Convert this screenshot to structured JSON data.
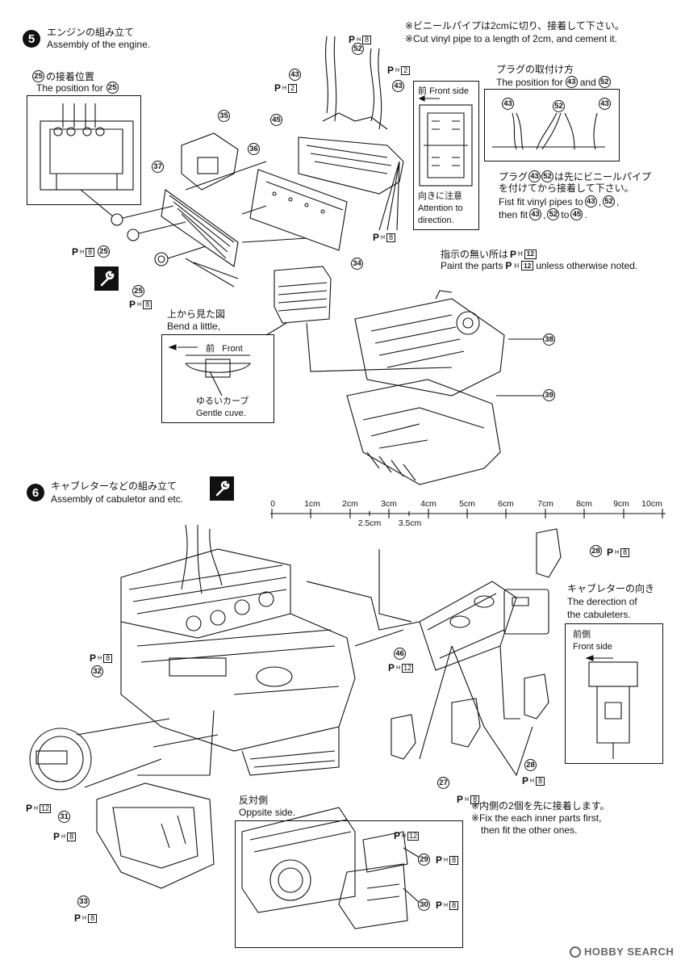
{
  "step5": {
    "number": "5",
    "title_jp": "エンジンの組み立て",
    "title_en": "Assembly of the engine.",
    "note_jp": "※ビニールパイプは2cmに切り、接着して下さい。",
    "note_en": "※Cut vinyl pipe to a length of 2cm, and cement it.",
    "pos25_jp": "の接着位置",
    "pos25_en": "The position for",
    "plug_jp": "プラグの取付け方",
    "plug_en_pre": "The position for",
    "plug_en_and": "and",
    "front_jp": "前",
    "front_en": "Front side",
    "attention_jp": "向きに注意",
    "attention_en1": "Attention to",
    "attention_en2": "direction.",
    "fit_jp1": "プラグ",
    "fit_jp2": "は先にビニールパイプ",
    "fit_jp3": "を付けてから接着して下さい。",
    "fit_en1": "Fist fit vinyl pipes to",
    "fit_en2": "then fit",
    "fit_en3": "to",
    "paint_jp": "指示の無い所は",
    "paint_en_pre": "Paint the parts",
    "paint_en_post": "unless otherwise noted.",
    "topview_jp": "上から見た図",
    "topview_en": "Bend a little,",
    "topfront_jp": "前",
    "topfront_en": "Front",
    "curve_jp": "ゆるいカーブ",
    "curve_en": "Gentle cuve."
  },
  "step6": {
    "number": "6",
    "title_jp": "キャブレターなどの組み立て",
    "title_en": "Assembly of cabuletor and etc.",
    "carb_dir_jp": "キャブレターの向き",
    "carb_dir_en1": "The derection of",
    "carb_dir_en2": "the cabuleters.",
    "front_jp": "前側",
    "front_en": "Front side",
    "opp_jp": "反対側",
    "opp_en": "Oppsite side.",
    "inner_jp": "※内側の2個を先に接着します。",
    "inner_en1": "※Fix the each inner parts first,",
    "inner_en2": "then fit the other ones."
  },
  "ruler": {
    "labels": [
      "0",
      "1cm",
      "2cm",
      "3cm",
      "4cm",
      "5cm",
      "6cm",
      "7cm",
      "8cm",
      "9cm",
      "10cm"
    ],
    "sub_labels": [
      "2.5cm",
      "3.5cm"
    ]
  },
  "parts": {
    "p25": "25",
    "p28": "28",
    "p27": "27",
    "p29": "29",
    "p30": "30",
    "p31": "31",
    "p32": "32",
    "p33": "33",
    "p34": "34",
    "p35": "35",
    "p36": "36",
    "p37": "37",
    "p38": "38",
    "p39": "39",
    "p43": "43",
    "p45": "45",
    "p46": "46",
    "p52": "52"
  },
  "paint": {
    "prefix": "P",
    "sub": "H",
    "c2": "2",
    "c8": "8",
    "c12": "12"
  },
  "watermark": {
    "brand": "HOBBY SEARCH"
  },
  "icons": [
    "wrench-icon",
    "wrench-icon"
  ]
}
